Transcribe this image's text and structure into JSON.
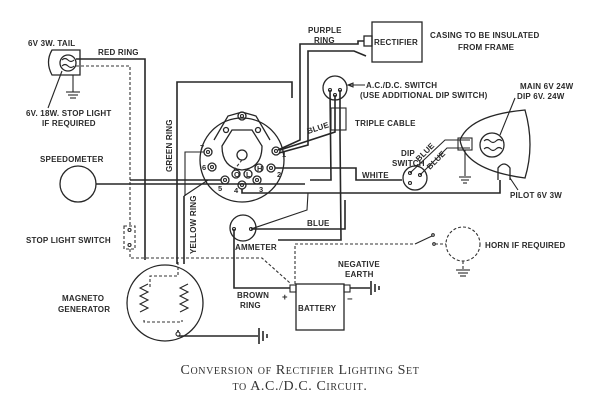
{
  "title": {
    "line1": "Conversion of Rectifier Lighting Set",
    "line2": "to A.C./D.C. Circuit."
  },
  "components": {
    "tail_light": "6V 3W. TAIL",
    "stop_light": [
      "6V. 18W. STOP LIGHT",
      "IF REQUIRED"
    ],
    "rectifier": "RECTIFIER",
    "casing_note": [
      "CASING TO BE INSULATED",
      "FROM FRAME"
    ],
    "acdc_switch": [
      "A.C./D.C. SWITCH",
      "(USE ADDITIONAL DIP SWITCH)"
    ],
    "headlamp": [
      "MAIN 6V 24W",
      "DIP 6V. 24W"
    ],
    "speedometer": "SPEEDOMETER",
    "triple_cable": "TRIPLE CABLE",
    "dip_switch": [
      "DIP",
      "SWITCH"
    ],
    "pilot": "PILOT 6V 3W",
    "stop_light_switch": "STOP LIGHT SWITCH",
    "ammeter": "AMMETER",
    "horn": "HORN IF REQUIRED",
    "negative_earth": [
      "NEGATIVE",
      "EARTH"
    ],
    "magneto": [
      "MAGNETO",
      "GENERATOR"
    ],
    "battery": "BATTERY",
    "battery_plus": "+",
    "battery_minus": "−"
  },
  "wires": {
    "red_ring": "RED RING",
    "purple_ring": [
      "PURPLE",
      "RING"
    ],
    "green_ring": "GREEN RING",
    "yellow_ring": "YELLOW RING",
    "blue_switch": "BLUE",
    "blue_headlamp_1": "BLUE",
    "blue_headlamp_2": "BLUE",
    "white": "WHITE",
    "blue_ammeter": "BLUE",
    "brown_ring": [
      "BROWN",
      "RING"
    ]
  },
  "switch_terminals": [
    "1",
    "2",
    "3",
    "4",
    "5",
    "6",
    "7",
    "H",
    "L",
    "O"
  ]
}
